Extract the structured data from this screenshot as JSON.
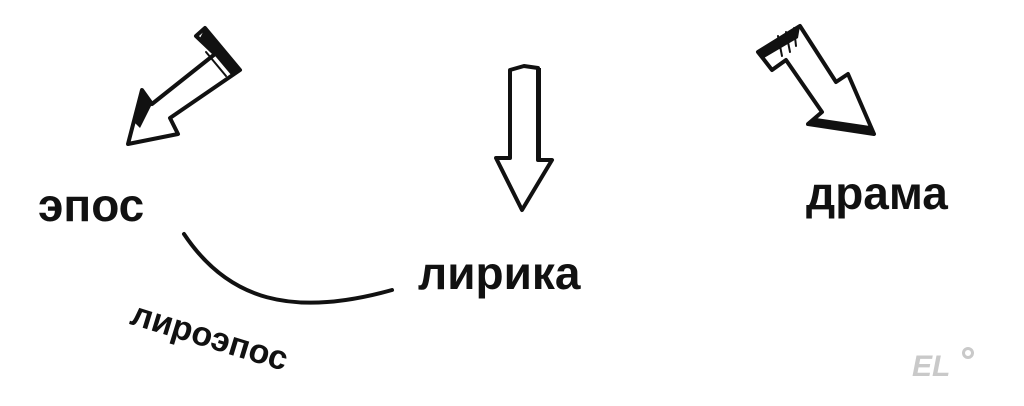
{
  "diagram": {
    "nodes": {
      "epos": "эпос",
      "lirika": "лирика",
      "drama": "драма"
    },
    "connector_label": "лироэпос",
    "arrows": [
      {
        "points_to": "epos",
        "icon": "arrow-down-left-icon"
      },
      {
        "points_to": "lirika",
        "icon": "arrow-down-icon"
      },
      {
        "points_to": "drama",
        "icon": "arrow-down-right-icon"
      }
    ]
  },
  "logo": {
    "text": "EL"
  },
  "colors": {
    "ink": "#111111",
    "logo": "#c9c9c9",
    "background": "#ffffff"
  }
}
